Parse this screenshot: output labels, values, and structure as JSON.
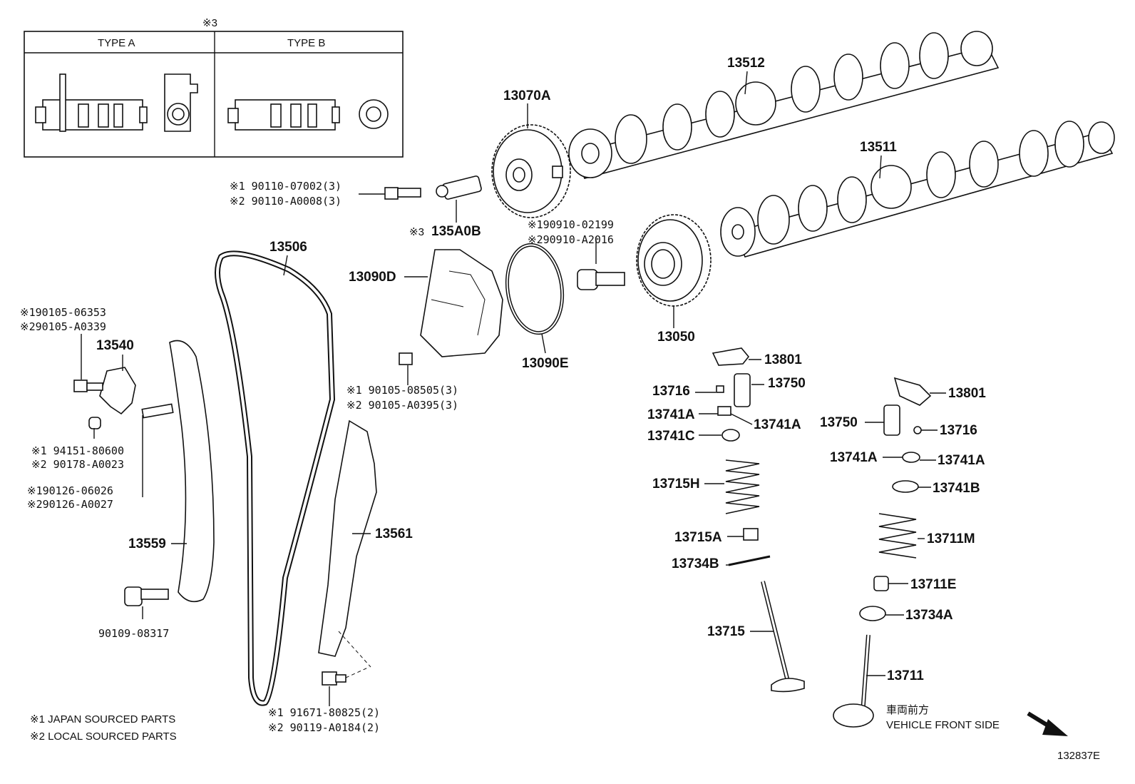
{
  "inset": {
    "marker": "※3",
    "type_a": "TYPE A",
    "type_b": "TYPE B"
  },
  "parts": {
    "p13512": "13512",
    "p13511": "13511",
    "p13070A": "13070A",
    "p13050": "13050",
    "p13090D": "13090D",
    "p13090E": "13090E",
    "p13506": "13506",
    "p13540": "13540",
    "p13559": "13559",
    "p13561": "13561",
    "p135A0B": "135A0B",
    "p135A0B_mark": "※3",
    "p13801a": "13801",
    "p13801b": "13801",
    "p13716a": "13716",
    "p13716b": "13716",
    "p13750a": "13750",
    "p13750b": "13750",
    "p13741A_1": "13741A",
    "p13741A_2": "13741A",
    "p13741A_3": "13741A",
    "p13741A_4": "13741A",
    "p13741C": "13741C",
    "p13741B": "13741B",
    "p13715H": "13715H",
    "p13715A": "13715A",
    "p13734B": "13734B",
    "p13715": "13715",
    "p13711M": "13711M",
    "p13711E": "13711E",
    "p13734A": "13734A",
    "p13711": "13711"
  },
  "bolts": {
    "b1_1": "※1 90110-07002(3)",
    "b1_2": "※2 90110-A0008(3)",
    "b2_1": "※190910-02199",
    "b2_2": "※290910-A2016",
    "b3_1": "※190105-06353",
    "b3_2": "※290105-A0339",
    "b4_1": "※1 90105-08505(3)",
    "b4_2": "※2 90105-A0395(3)",
    "b5_1": "※1 94151-80600",
    "b5_2": "※2 90178-A0023",
    "b6_1": "※190126-06026",
    "b6_2": "※290126-A0027",
    "b7": "90109-08317",
    "b8_1": "※1 91671-80825(2)",
    "b8_2": "※2 90119-A0184(2)"
  },
  "legend": {
    "note1": "※1 JAPAN SOURCED PARTS",
    "note2": "※2 LOCAL SOURCED PARTS"
  },
  "front": {
    "jp": "車両前方",
    "en": "VEHICLE FRONT SIDE"
  },
  "diagram_id": "132837E"
}
